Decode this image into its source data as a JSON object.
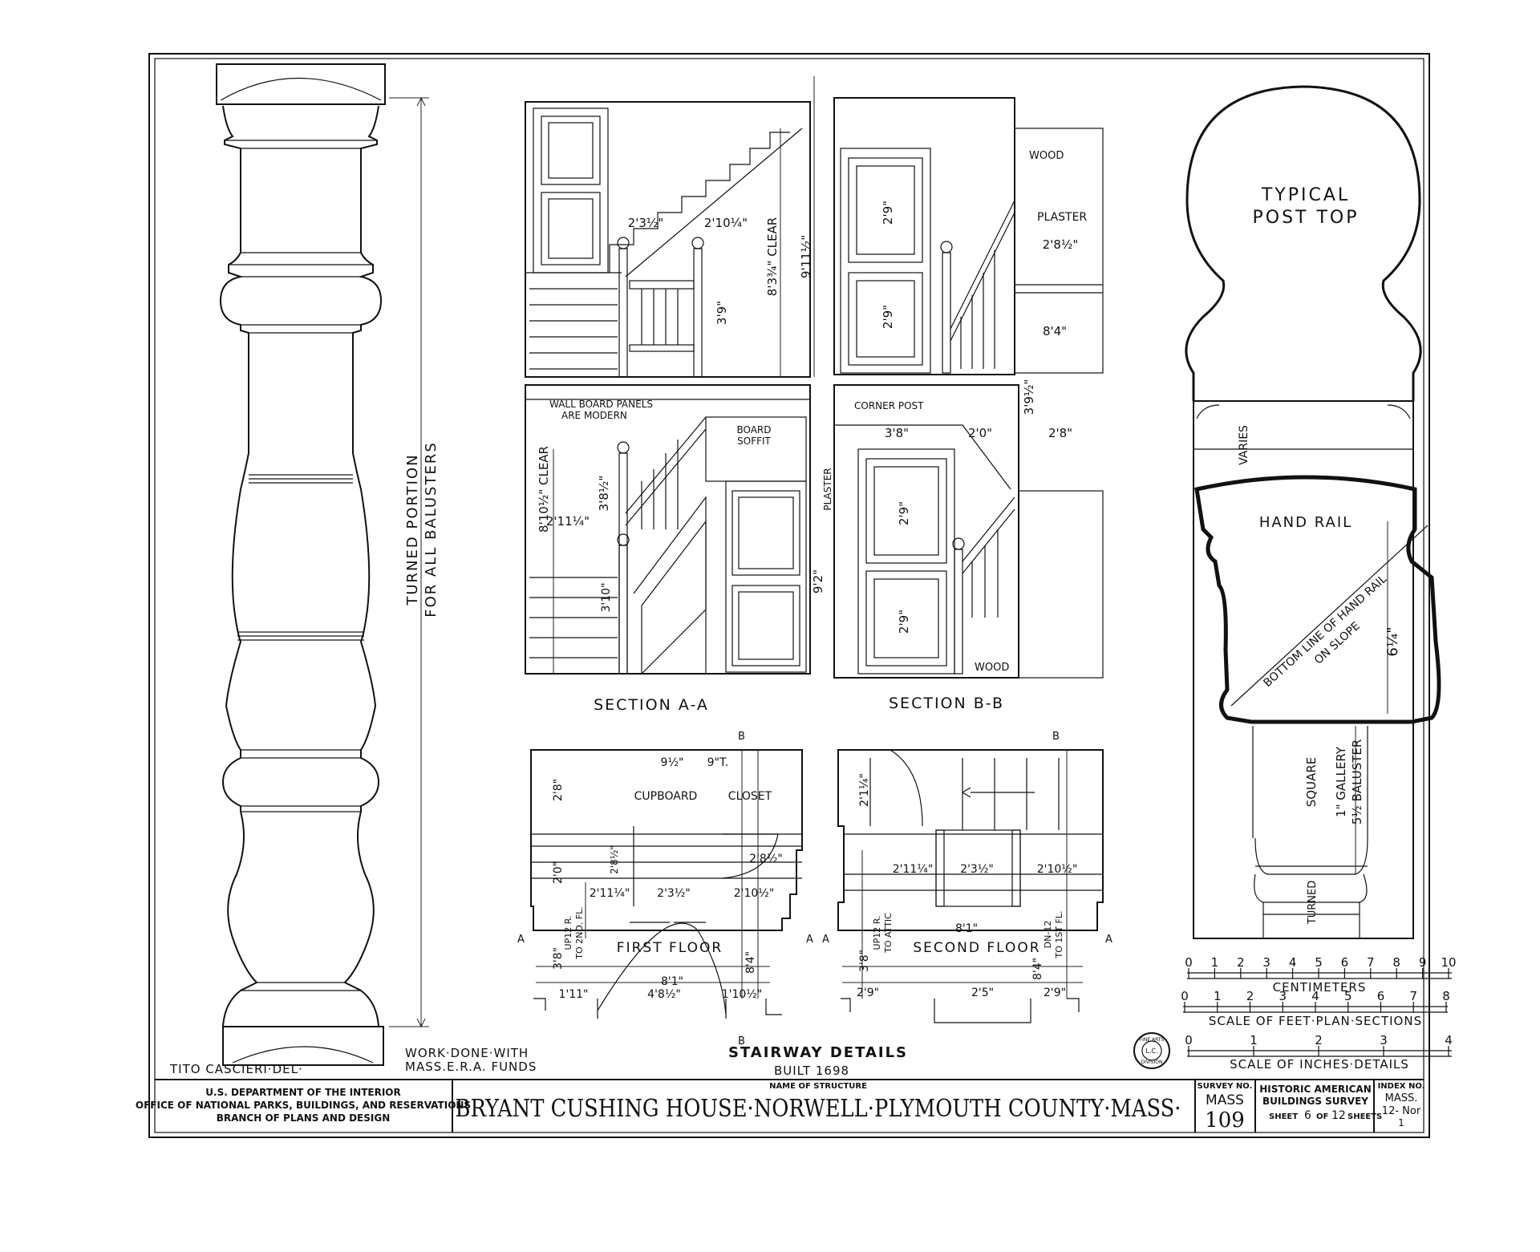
{
  "sheet": {
    "structure_name": "BRYANT CUSHING HOUSE·NORWELL·PLYMOUTH COUNTY·MASS·",
    "name_of_structure_label": "NAME OF STRUCTURE",
    "drawing_title": "STAIRWAY DETAILS",
    "built": "BUILT 1698",
    "delineator": "TITO CASCIERI·DEL·",
    "funding_line1": "WORK·DONE·WITH",
    "funding_line2": "MASS.E.R.A. FUNDS"
  },
  "agency": {
    "line1": "U.S. DEPARTMENT OF THE INTERIOR",
    "line2": "OFFICE OF NATIONAL PARKS, BUILDINGS, AND RESERVATIONS",
    "line3": "BRANCH OF PLANS AND DESIGN"
  },
  "survey": {
    "label": "SURVEY NO.",
    "state": "MASS",
    "number": "109"
  },
  "habs": {
    "line1": "HISTORIC AMERICAN",
    "line2": "BUILDINGS SURVEY",
    "sheet_word": "SHEET",
    "sheet_no": "6",
    "of_word": "OF",
    "total": "12",
    "sheets_word": "SHEETS"
  },
  "index": {
    "label": "INDEX NO.",
    "line1": "MASS.",
    "line2": "12- Nor",
    "line3": "1"
  },
  "baluster": {
    "label_line1": "TURNED PORTION",
    "label_line2": "FOR ALL BALUSTERS"
  },
  "sections": {
    "section_a": "SECTION A-A",
    "section_b": "SECTION B-B",
    "wall_board_line1": "WALL BOARD PANELS",
    "wall_board_line2": "ARE MODERN",
    "board_soffit_line1": "BOARD",
    "board_soffit_line2": "SOFFIT",
    "corner_post": "CORNER POST",
    "wood_top": "WOOD",
    "plaster": "PLASTER",
    "plaster_vertical": "PLASTER",
    "wood_bottom": "WOOD",
    "clear_upper": "8'3¾\" CLEAR",
    "clear_lower": "8'10½\" CLEAR",
    "dim_9_11": "9'11½\"",
    "dim_9_2": "9'2\"",
    "dim_2_10": "2'10¼\"",
    "dim_2_3": "2'3½\"",
    "dim_3_9": "3'9\"",
    "dim_2_8b": "2'8½\"",
    "dim_8_4": "8'4\"",
    "dim_3_9b": "3'9½\"",
    "dim_3_8": "3'8\"",
    "dim_2_0": "2'0\"",
    "dim_2_8c": "2'8\"",
    "dim_3_8b": "3'8½\"",
    "dim_2_11": "2'11¼\"",
    "dim_3_10": "3'10\"",
    "dim_2_9": "2'9\"",
    "dim_2_9b": "2'9\"",
    "dim_2_9c": "2'9\"",
    "dim_2_9d": "2'9\""
  },
  "plans": {
    "first_floor": "FIRST FLOOR",
    "second_floor": "SECOND FLOOR",
    "cupboard": "CUPBOARD",
    "closet": "CLOSET",
    "up12_first_line1": "UP12 R.",
    "up12_first_line2": "TO 2ND. FL.",
    "up12_second_line1": "UP12 R.",
    "up12_second_line2": "TO ATTIC",
    "dn12_line1": "DN-12",
    "dn12_line2": "TO 1ST FL.",
    "dim_9_half": "9½\"",
    "dim_9t": "9\"T.",
    "dim_2_8": "2'8\"",
    "dim_2_0": "2'0\"",
    "dim_2_11q": "2'11¼\"",
    "dim_2_3h": "2'3½\"",
    "dim_2_10h": "2'10½\"",
    "dim_2_8h": "2'8½\"",
    "dim_8_4": "8'4\"",
    "dim_8_1": "8'1\"",
    "dim_4_8": "4'8½\"",
    "dim_1_11": "1'11\"",
    "dim_1_10h": "1'10½\"",
    "dim_3_8": "3'8\"",
    "dim_2_8u": "2'8½\"",
    "dim_2_1q": "2'1¼\"",
    "dim_2_3b": "2'3½\"",
    "dim_2_10b": "2'10½\"",
    "dim_8_1b": "8'1\"",
    "dim_2_9a": "2'9\"",
    "dim_2_5": "2'5\"",
    "dim_2_9b": "2'9\"",
    "dim_8_4b": "8'4\"",
    "dim_3_8b": "3'8\"",
    "marker_a": "A",
    "marker_b": "B"
  },
  "post_top": {
    "title_line1": "TYPICAL",
    "title_line2": "POST TOP",
    "varies": "VARIES",
    "hand_rail": "HAND RAIL",
    "bottom_line1": "BOTTOM LINE OF HAND RAIL",
    "bottom_line2": "ON SLOPE",
    "dim_6": "6¼\"",
    "square": "SQUARE",
    "gallery_line1": "1\" GALLERY",
    "gallery_line2": "5½ BALUSTER",
    "turned": "TURNED"
  },
  "scales": {
    "centimeters_label": "CENTIMETERS",
    "centimeters_ticks": [
      "0",
      "1",
      "2",
      "3",
      "4",
      "5",
      "6",
      "7",
      "8",
      "9",
      "10"
    ],
    "feet_label": "SCALE OF FEET·PLAN·SECTIONS",
    "feet_ticks": [
      "0",
      "1",
      "2",
      "3",
      "4",
      "5",
      "6",
      "7",
      "8"
    ],
    "inches_label": "SCALE OF INCHES·DETAILS",
    "inches_ticks": [
      "0",
      "1",
      "2",
      "3",
      "4"
    ]
  },
  "stamp": {
    "line1": "FINE ARTS",
    "line2": "L.C.",
    "line3": "DIVISION"
  }
}
